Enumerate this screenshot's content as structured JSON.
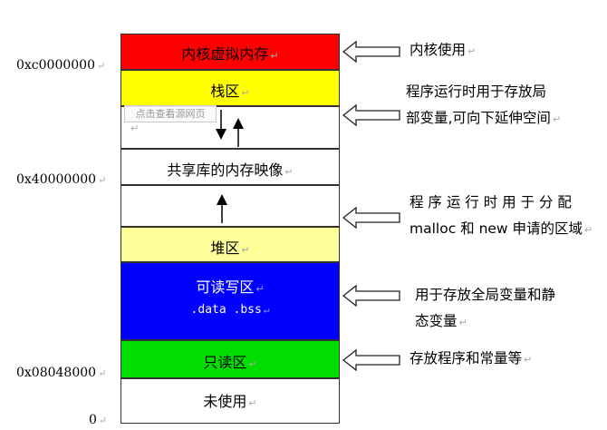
{
  "segments": {
    "kernel": "内核虚拟内存",
    "stack": "栈区",
    "mmap": "共享库的内存映像",
    "heap": "堆区",
    "rw": "可读写区",
    "rw_sub": ".data .bss",
    "ro": "只读区",
    "unused": "未使用"
  },
  "addresses": {
    "a1": "0xc0000000",
    "a2": "0x40000000",
    "a3": "0x08048000",
    "a4": "0"
  },
  "notes": {
    "kernel": "内核使用",
    "stack_l1": "程序运行时用于存放局",
    "stack_l2": "部变量,可向下延伸空间",
    "heap_l1": "程 序 运 行 时 用 于 分 配",
    "heap_l2": "malloc 和 new 申请的区域",
    "rw_l1": "用于存放全局变量和静",
    "rw_l2": "态变量",
    "ro": "存放程序和常量等"
  },
  "watermark": "点击查看源网页",
  "mark": "↵",
  "colors": {
    "kernel": "#ff0000",
    "stack": "#ffff00",
    "heap": "#ffff99",
    "rw": "#0000ff",
    "ro": "#00dd00",
    "plain": "#ffffff"
  }
}
